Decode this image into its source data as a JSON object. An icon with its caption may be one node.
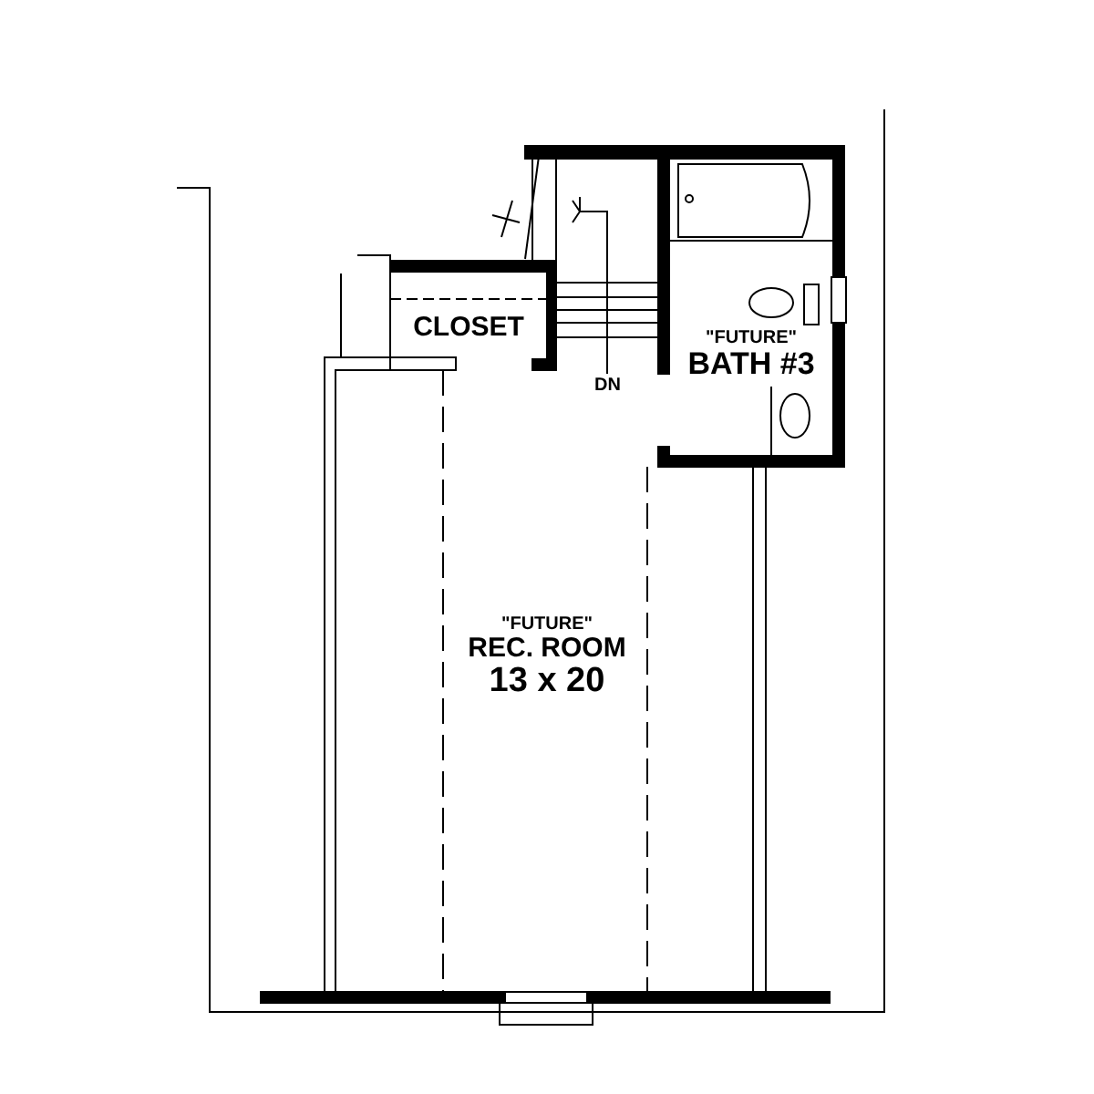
{
  "diagram": {
    "nodes": [
      {
        "text": [
          "CLOSET"
        ]
      },
      {
        "text": [
          "\"FUTURE\"",
          "BATH #3"
        ]
      },
      {
        "text": [
          "\"FUTURE\"",
          "REC. ROOM",
          "13 x 20"
        ]
      }
    ],
    "labels": [
      "DN"
    ]
  }
}
